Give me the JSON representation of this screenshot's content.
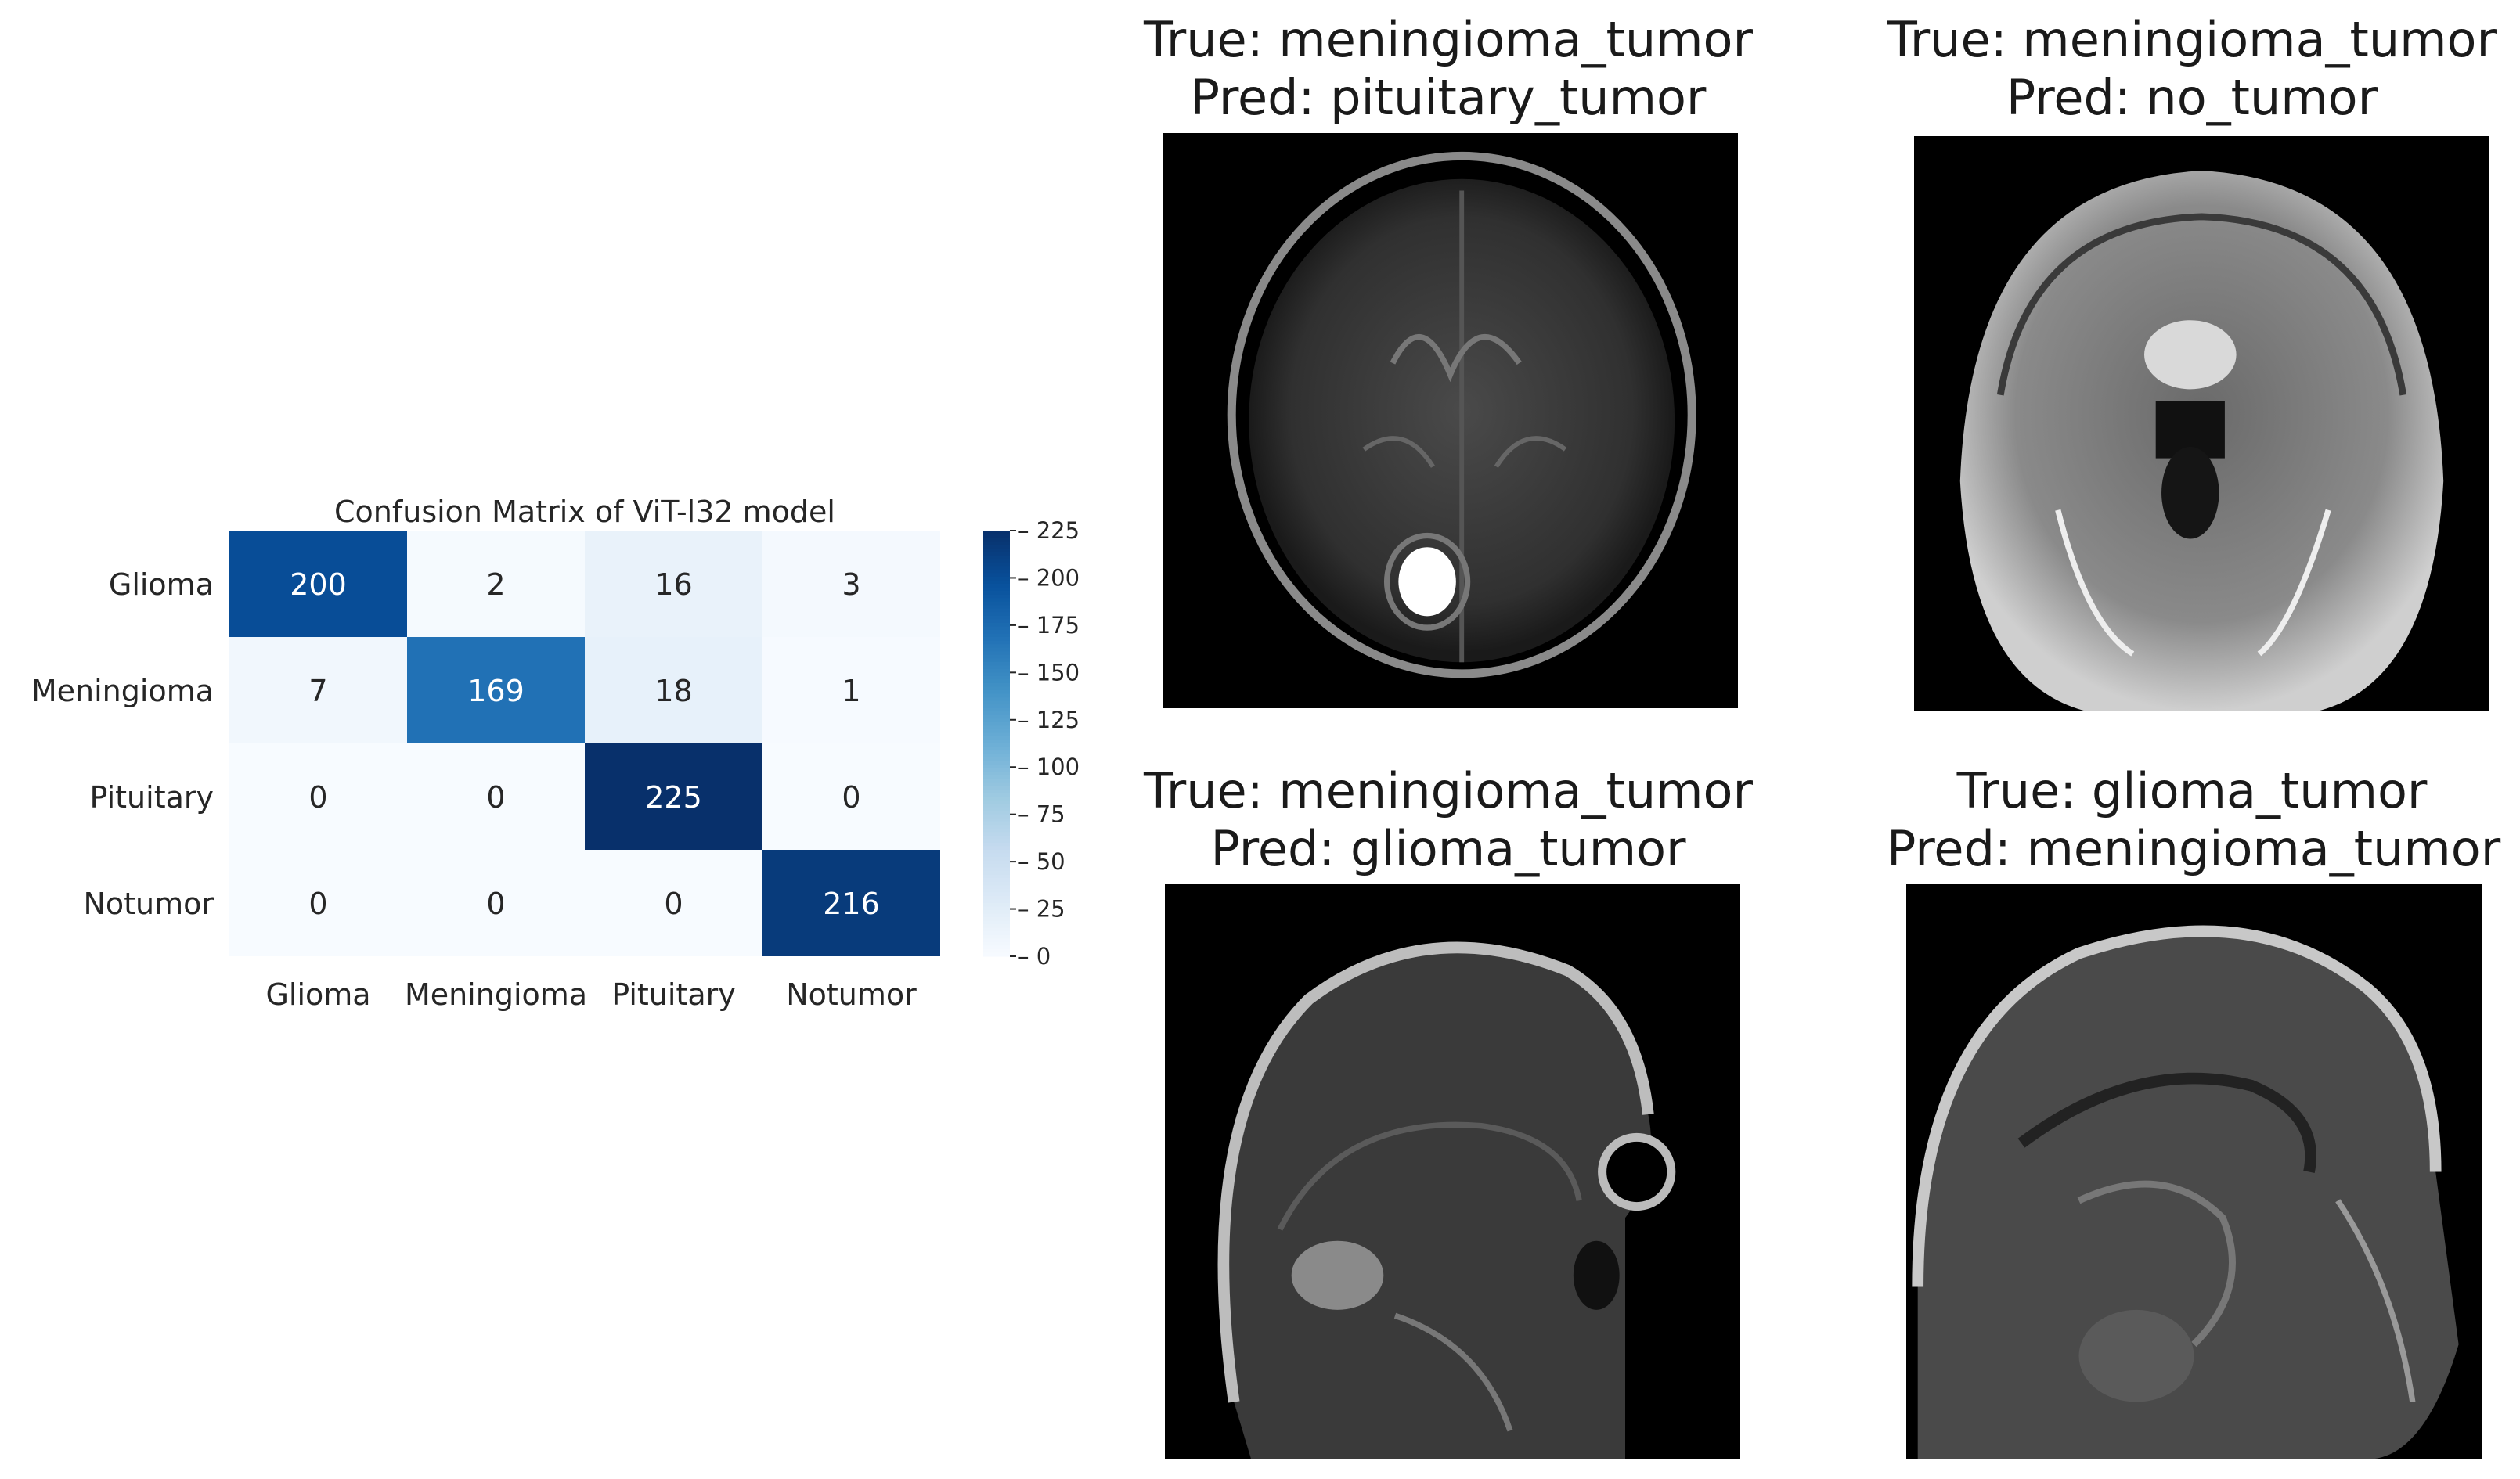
{
  "chart_data": {
    "type": "heatmap",
    "title": "Confusion Matrix of ViT-l32 model",
    "row_labels": [
      "Glioma",
      "Meningioma",
      "Pituitary",
      "Notumor"
    ],
    "col_labels": [
      "Glioma",
      "Meningioma",
      "Pituitary",
      "Notumor"
    ],
    "values": [
      [
        200,
        2,
        16,
        3
      ],
      [
        7,
        169,
        18,
        1
      ],
      [
        0,
        0,
        225,
        0
      ],
      [
        0,
        0,
        0,
        216
      ]
    ],
    "colormap": "Blues",
    "colorbar": {
      "range": [
        0,
        225
      ],
      "ticks": [
        0,
        25,
        50,
        75,
        100,
        125,
        150,
        175,
        200,
        225
      ]
    },
    "colors": {
      "low": "#f7fbff",
      "high": "#08306b"
    }
  },
  "misclassified": [
    {
      "true_label": "True: meningioma_tumor",
      "pred_label": "Pred: pituitary_tumor",
      "view": "axial"
    },
    {
      "true_label": "True: meningioma_tumor",
      "pred_label": "Pred: no_tumor",
      "view": "coronal"
    },
    {
      "true_label": "True: meningioma_tumor",
      "pred_label": "Pred: glioma_tumor",
      "view": "sagittal"
    },
    {
      "true_label": "True: glioma_tumor",
      "pred_label": "Pred: meningioma_tumor",
      "view": "sagittal"
    }
  ]
}
